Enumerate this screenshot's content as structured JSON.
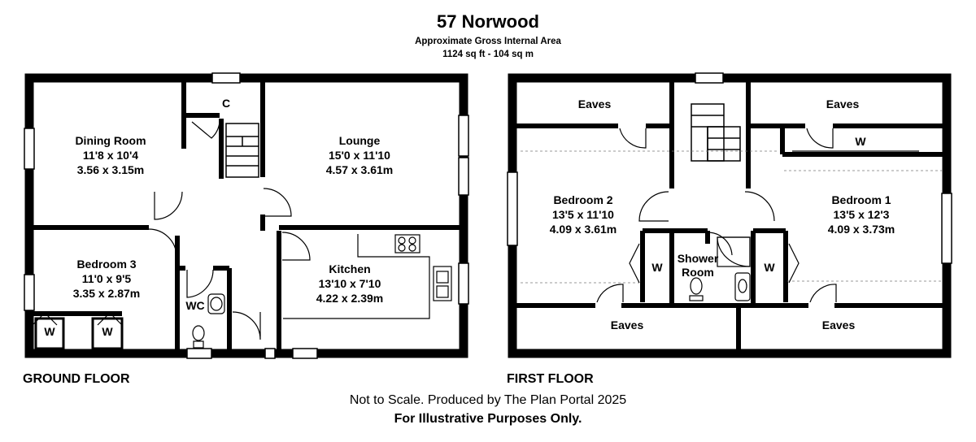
{
  "header": {
    "title": "57 Norwood",
    "area_label": "Approximate Gross Internal Area",
    "area_value": "1124 sq ft - 104 sq m"
  },
  "floors": {
    "ground": {
      "label": "GROUND FLOOR",
      "rooms": {
        "dining": {
          "name": "Dining Room",
          "imperial": "11'8 x 10'4",
          "metric": "3.56 x 3.15m"
        },
        "lounge": {
          "name": "Lounge",
          "imperial": "15'0 x 11'10",
          "metric": "4.57 x 3.61m"
        },
        "bedroom3": {
          "name": "Bedroom 3",
          "imperial": "11'0 x 9'5",
          "metric": "3.35 x 2.87m"
        },
        "kitchen": {
          "name": "Kitchen",
          "imperial": "13'10 x 7'10",
          "metric": "4.22 x 2.39m"
        },
        "wc": {
          "name": "WC"
        },
        "cupboard": {
          "name": "C"
        },
        "wardrobe_left": {
          "name": "W"
        },
        "wardrobe_right": {
          "name": "W"
        }
      }
    },
    "first": {
      "label": "FIRST FLOOR",
      "rooms": {
        "eaves_tl": {
          "name": "Eaves"
        },
        "eaves_tr": {
          "name": "Eaves"
        },
        "eaves_bl": {
          "name": "Eaves"
        },
        "eaves_br": {
          "name": "Eaves"
        },
        "bedroom2": {
          "name": "Bedroom 2",
          "imperial": "13'5 x 11'10",
          "metric": "4.09 x 3.61m"
        },
        "bedroom1": {
          "name": "Bedroom 1",
          "imperial": "13'5 x 12'3",
          "metric": "4.09 x 3.73m"
        },
        "shower_line1": {
          "name": "Shower"
        },
        "shower_line2": {
          "name": "Room"
        },
        "wardrobe_b1_top": {
          "name": "W"
        },
        "wardrobe_b2": {
          "name": "W"
        },
        "wardrobe_b1_side": {
          "name": "W"
        }
      }
    }
  },
  "footer": {
    "scale_note": "Not to Scale. Produced by The Plan Portal 2025",
    "disclaimer": "For Illustrative Purposes Only."
  }
}
